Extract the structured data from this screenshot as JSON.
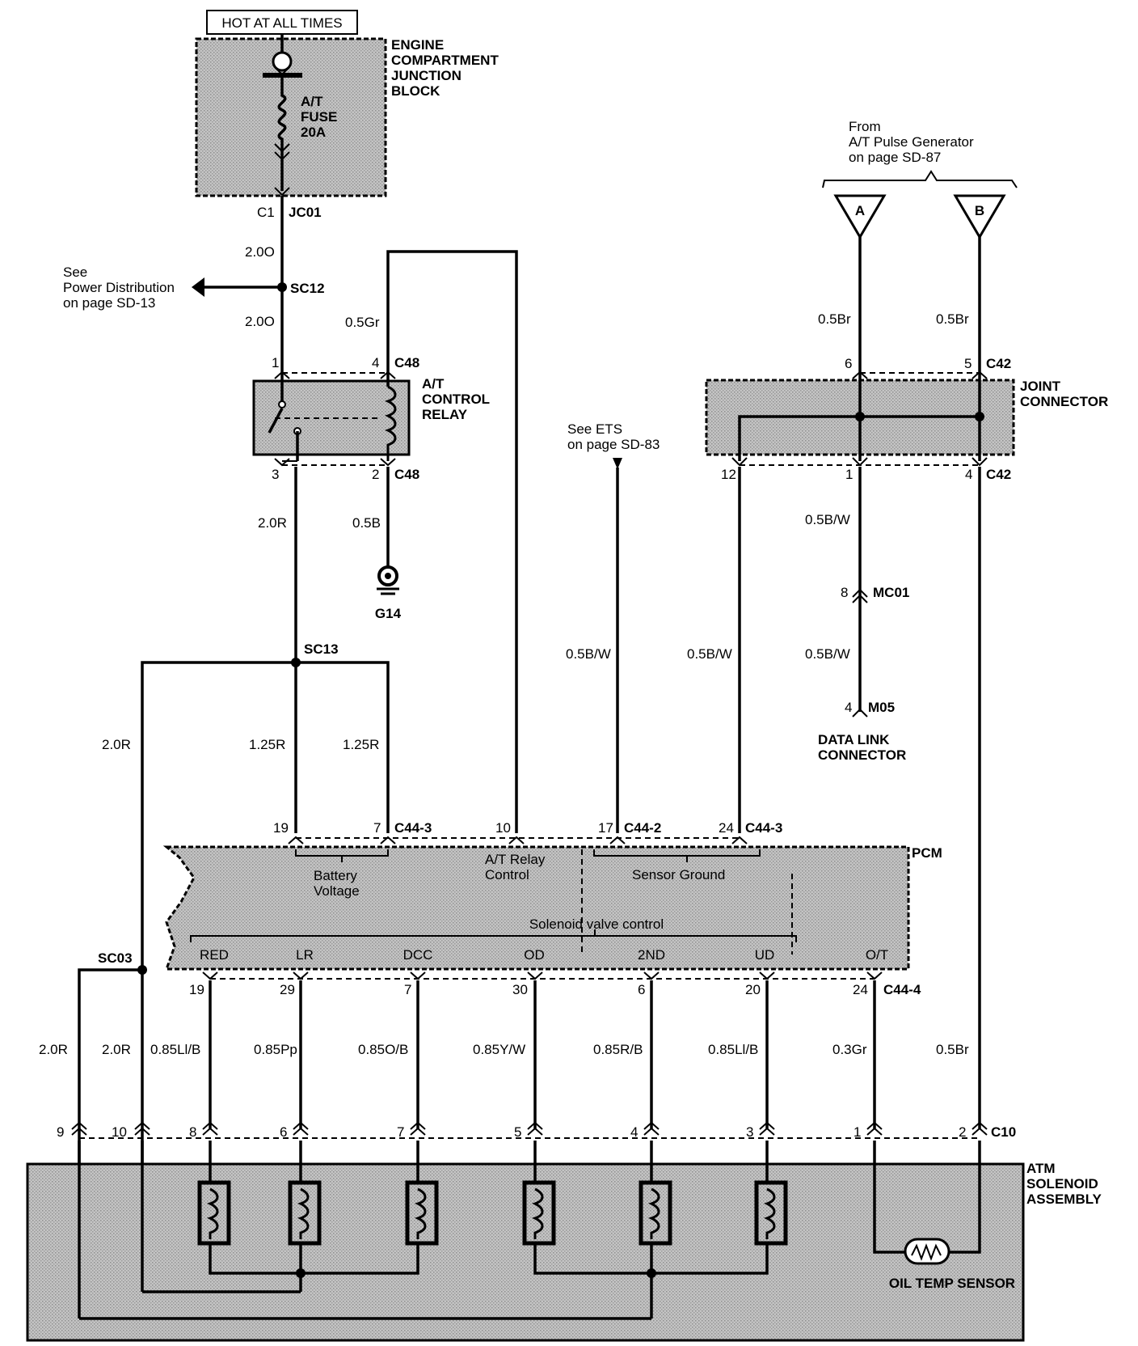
{
  "header": {
    "hot_at_all_times": "HOT AT ALL TIMES"
  },
  "blocks": {
    "engine_jb": [
      "ENGINE",
      "COMPARTMENT",
      "JUNCTION",
      "BLOCK"
    ],
    "fuse": [
      "A/T",
      "FUSE",
      "20A"
    ],
    "relay": [
      "A/T",
      "CONTROL",
      "RELAY"
    ],
    "joint": [
      "JOINT",
      "CONNECTOR"
    ],
    "pcm": "PCM",
    "atm": [
      "ATM",
      "SOLENOID",
      "ASSEMBLY"
    ],
    "dlc": [
      "DATA LINK",
      "CONNECTOR"
    ],
    "oil_temp": "OIL TEMP SENSOR"
  },
  "notes": {
    "power_dist": [
      "See",
      "Power Distribution",
      "on page SD-13"
    ],
    "ets": [
      "See ETS",
      "on page SD-83"
    ],
    "pulse_gen": [
      "From",
      "A/T Pulse Generator",
      "on page SD-87"
    ]
  },
  "connectors": {
    "c1": "C1",
    "jc01": "JC01",
    "sc12": "SC12",
    "sc13": "SC13",
    "sc03": "SC03",
    "c48_top": "C48",
    "c48_bot": "C48",
    "g14": "G14",
    "c42_top": "C42",
    "c42_bot": "C42",
    "mc01": "MC01",
    "m05": "M05",
    "c44_3a": "C44-3",
    "c44_2": "C44-2",
    "c44_3b": "C44-3",
    "c44_4": "C44-4",
    "c10": "C10",
    "off_a": "A",
    "off_b": "B"
  },
  "pins": {
    "relay_1": "1",
    "relay_4": "4",
    "relay_3": "3",
    "relay_2": "2",
    "jc_6": "6",
    "jc_5": "5",
    "jc_12": "12",
    "jc_1": "1",
    "jc_4": "4",
    "mc01_8": "8",
    "m05_4": "4",
    "pcm_19": "19",
    "pcm_7": "7",
    "pcm_10": "10",
    "pcm_17": "17",
    "pcm_24": "24",
    "pcm_b19": "19",
    "pcm_b29": "29",
    "pcm_b7": "7",
    "pcm_b30": "30",
    "pcm_b6": "6",
    "pcm_b20": "20",
    "pcm_b24": "24",
    "atm_9": "9",
    "atm_10": "10",
    "atm_8": "8",
    "atm_6": "6",
    "atm_7": "7",
    "atm_5": "5",
    "atm_4": "4",
    "atm_3": "3",
    "atm_1": "1",
    "atm_2": "2"
  },
  "wires": {
    "w_20o_a": "2.0O",
    "w_20o_b": "2.0O",
    "w_05gr": "0.5Gr",
    "w_20r_relay": "2.0R",
    "w_05b": "0.5B",
    "w_05br_a": "0.5Br",
    "w_05br_b": "0.5Br",
    "w_05bw_dlc1": "0.5B/W",
    "w_05bw_dlc2": "0.5B/W",
    "w_05bw_ets": "0.5B/W",
    "w_05bw_sg": "0.5B/W",
    "w_20r_left": "2.0R",
    "w_125r_a": "1.25R",
    "w_125r_b": "1.25R",
    "w_b_20r_a": "2.0R",
    "w_b_20r_b": "2.0R",
    "w_b_085lib_a": "0.85Ll/B",
    "w_b_085pp": "0.85Pp",
    "w_b_085ob": "0.85O/B",
    "w_b_085yw": "0.85Y/W",
    "w_b_085rb": "0.85R/B",
    "w_b_085lib_b": "0.85Ll/B",
    "w_b_03gr": "0.3Gr",
    "w_b_05br": "0.5Br"
  },
  "pcm_labels": {
    "battery": [
      "Battery",
      "Voltage"
    ],
    "relay_ctrl": [
      "A/T Relay",
      "Control"
    ],
    "sensor_ground": "Sensor Ground",
    "solenoid_ctrl": "Solenoid valve control",
    "red": "RED",
    "lr": "LR",
    "dcc": "DCC",
    "od": "OD",
    "second": "2ND",
    "ud": "UD",
    "ot": "O/T"
  }
}
